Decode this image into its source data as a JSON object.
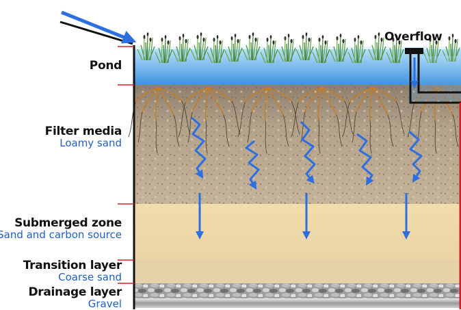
{
  "labels": {
    "pond": "Pond",
    "filter_media": "Filter media",
    "filter_media_sub": "Loamy sand",
    "submerged_zone": "Submerged zone",
    "submerged_zone_sub": "Sand and carbon source",
    "transition_layer": "Transition layer",
    "transition_layer_sub": "Coarse sand",
    "drainage_layer": "Drainage layer",
    "drainage_layer_sub": "Gravel",
    "overflow": "Overflow"
  },
  "colors": {
    "water_top": "#bfe6fb",
    "water_bottom": "#3b8fe0",
    "filter_media": "#b8a58c",
    "submerged_zone": "#eed9a9",
    "transition_layer": "#e6d2a8",
    "gravel": "#a9a9a9",
    "arrow": "#2e6fe0",
    "boundary_red": "#d0202a",
    "wall": "#111111",
    "root": "#c77c2a"
  }
}
